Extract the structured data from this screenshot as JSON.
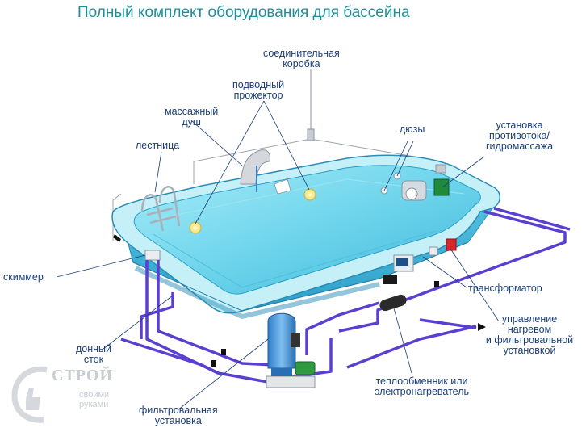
{
  "title": "Полный комплект оборудования для бассейна",
  "labels": {
    "junction_box": [
      "соединительная",
      "коробка"
    ],
    "underwater_light": [
      "подводный",
      "прожектор"
    ],
    "massage_shower": [
      "массажный",
      "душ"
    ],
    "ladder": [
      "лестница"
    ],
    "nozzles": [
      "дюзы"
    ],
    "counterflow": [
      "установка",
      "противотока/",
      "гидромассажа"
    ],
    "skimmer": [
      "скиммер"
    ],
    "transformer": [
      "трансформатор"
    ],
    "control": [
      "управление",
      "нагревом",
      "и фильтровальной",
      "установкой"
    ],
    "bottom_drain": [
      "донный",
      "сток"
    ],
    "heat_exchanger": [
      "теплообменник или",
      "электронагреватель"
    ],
    "filter_unit": [
      "фильтровальная",
      "установка"
    ]
  },
  "watermark": {
    "line1": "СТРОЙ",
    "line2": [
      "своими",
      "руками"
    ]
  },
  "colors": {
    "water": "#7fdcef",
    "pool_rim": "#b7ecf6",
    "pipe": "#5a3fd0",
    "label_text": "#1a3d78",
    "title": "#1d8f9a",
    "transformer": "#d9262d"
  }
}
